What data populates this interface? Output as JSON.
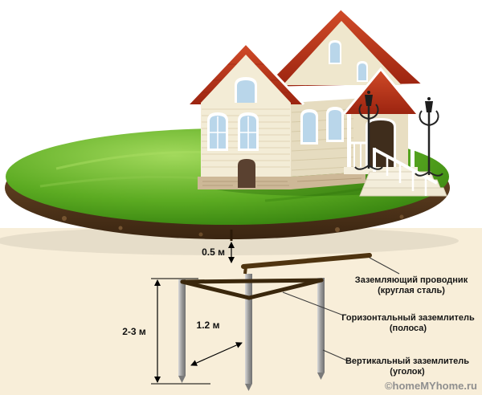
{
  "watermark": "©homeMYhome.ru",
  "dimensions": {
    "conductor_depth": "0.5 м",
    "rod_length": "2-3 м",
    "rod_spacing": "1.2 м"
  },
  "labels": {
    "conductor": {
      "line1": "Заземляющий проводник",
      "line2": "(круглая сталь)"
    },
    "horizontal": {
      "line1": "Горизонтальный заземлитель",
      "line2": "(полоса)"
    },
    "vertical": {
      "line1": "Вертикальный заземлитель",
      "line2": "(уголок)"
    }
  },
  "colors": {
    "underground": "#f8eed9",
    "grass": "#4c9a18",
    "soil": "#4e3319",
    "roof": "#b5301a",
    "wall": "#f2ead2",
    "strip": "#3a270c",
    "conductor": "#4f3410",
    "rod": "#8f8f8f",
    "label_text": "#151515",
    "watermark_text": "#8f8f8f"
  }
}
